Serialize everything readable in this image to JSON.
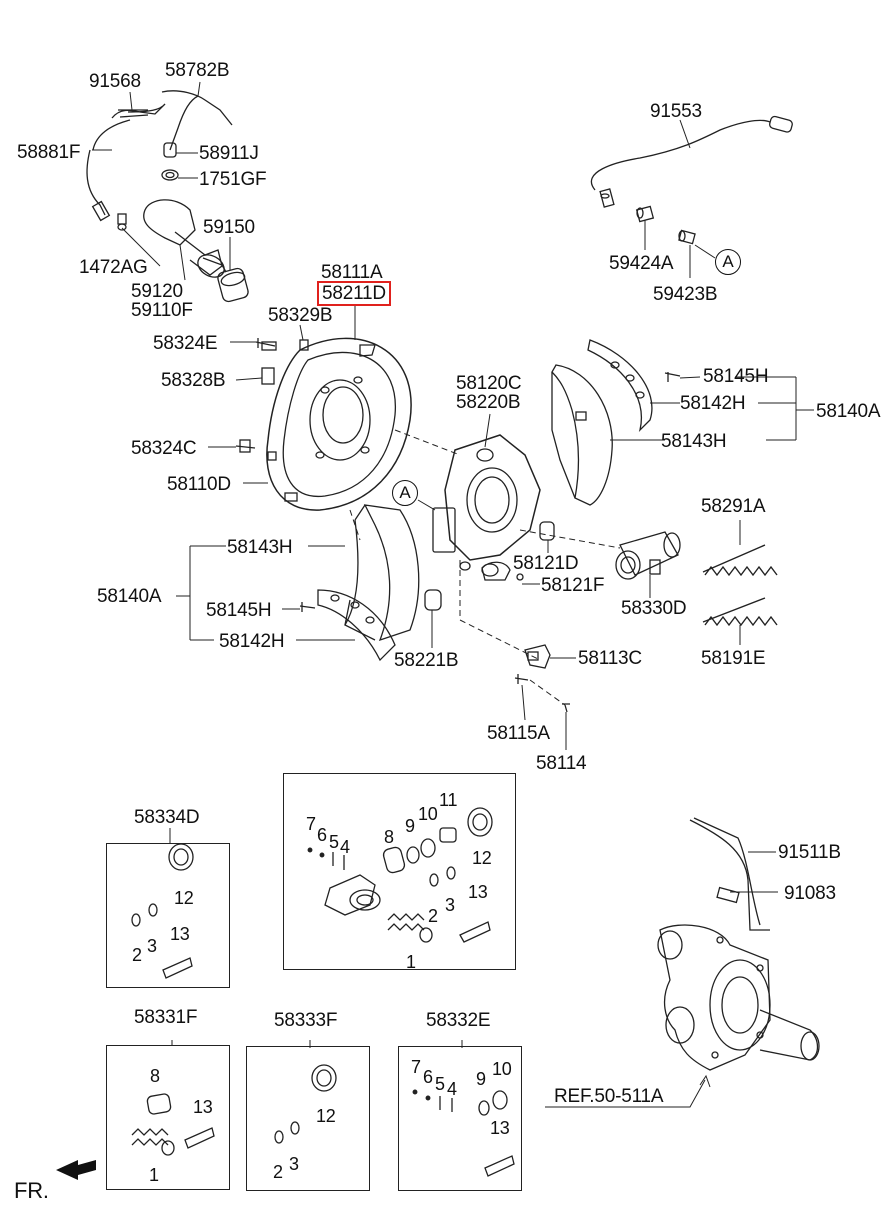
{
  "labels": {
    "p91568": "91568",
    "p58782B": "58782B",
    "p58881F": "58881F",
    "p58911J": "58911J",
    "p1751GF": "1751GF",
    "p59150": "59150",
    "p1472AG": "1472AG",
    "p59120": "59120",
    "p59110F": "59110F",
    "p91553": "91553",
    "p59424A": "59424A",
    "p59423B": "59423B",
    "circleA1": "A",
    "circleA2": "A",
    "p58111A": "58111A",
    "p58211D": "58211D",
    "p58329B": "58329B",
    "p58324E": "58324E",
    "p58328B": "58328B",
    "p58324C": "58324C",
    "p58110D": "58110D",
    "p58120C": "58120C",
    "p58220B": "58220B",
    "p58145H_top": "58145H",
    "p58142H_top": "58142H",
    "p58140A_right": "58140A",
    "p58143H_top": "58143H",
    "p58291A": "58291A",
    "p58143H_left": "58143H",
    "p58140A_left": "58140A",
    "p58145H_left": "58145H",
    "p58142H_left": "58142H",
    "p58121D": "58121D",
    "p58121F": "58121F",
    "p58330D": "58330D",
    "p58221B": "58221B",
    "p58113C": "58113C",
    "p58191E": "58191E",
    "p58115A": "58115A",
    "p58114": "58114",
    "p58334D": "58334D",
    "p91511B": "91511B",
    "p91083": "91083",
    "p58331F": "58331F",
    "p58333F": "58333F",
    "p58332E": "58332E",
    "ref": "REF.50-511A",
    "fr": "FR."
  },
  "kit_58334D": {
    "n12": "12",
    "n2": "2",
    "n3": "3",
    "n13": "13"
  },
  "kit_main": {
    "n7": "7",
    "n6": "6",
    "n5": "5",
    "n4": "4",
    "n8": "8",
    "n9": "9",
    "n10": "10",
    "n11": "11",
    "n12": "12",
    "n13": "13",
    "n2": "2",
    "n3": "3",
    "n1": "1"
  },
  "kit_58331F": {
    "n8": "8",
    "n13": "13",
    "n1": "1"
  },
  "kit_58333F": {
    "n12": "12",
    "n2": "2",
    "n3": "3"
  },
  "kit_58332E": {
    "n7": "7",
    "n6": "6",
    "n5": "5",
    "n4": "4",
    "n9": "9",
    "n10": "10",
    "n13": "13"
  },
  "highlight_color": "#e0211d"
}
